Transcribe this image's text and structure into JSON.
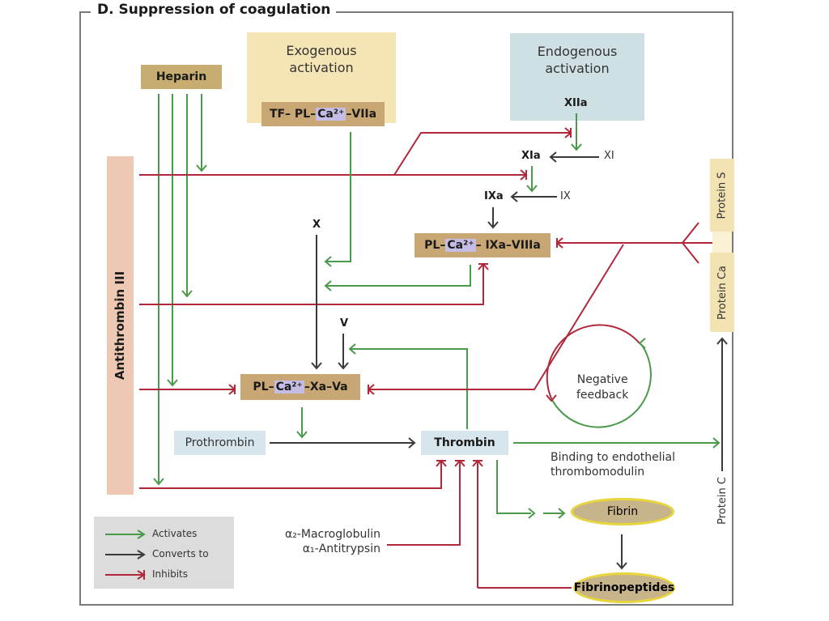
{
  "title": "D.  Suppression of coagulation",
  "nodes": {
    "heparin": "Heparin",
    "exogenous_title": [
      "Exogenous",
      "activation"
    ],
    "exogenous_complex": {
      "part1": "TF– PL–",
      "ca": "Ca²⁺",
      "part2": "–VIIa"
    },
    "endogenous_title": [
      "Endogenous",
      "activation"
    ],
    "xiia": "XIIa",
    "xia": "XIa",
    "xi": "XI",
    "ixa": "IXa",
    "ix": "IX",
    "x": "X",
    "v": "V",
    "tenase_complex": {
      "part1": "PL–",
      "ca": "Ca²⁺",
      "part2": "– IXa–VIIIa"
    },
    "prothrombinase_complex": {
      "part1": "PL–",
      "ca": "Ca²⁺",
      "part2": "–Xa–Va"
    },
    "antithrombin": "Antithrombin III",
    "prothrombin": "Prothrombin",
    "thrombin": "Thrombin",
    "protein_s": "Protein S",
    "protein_ca": "Protein Ca",
    "protein_c": "Protein C",
    "negative_feedback": [
      "Negative",
      "feedback"
    ],
    "binding_label": [
      "Binding to endothelial",
      "thrombomodulin"
    ],
    "macroglobulin": "α₂-Macroglobulin",
    "antitrypsin": "α₁-Antitrypsin",
    "fibrin": "Fibrin",
    "fibrinopeptides": "Fibrinopeptides"
  },
  "legend": [
    {
      "label": "Activates",
      "type": "activates",
      "color": "#4a9a4a"
    },
    {
      "label": "Converts to",
      "type": "converts",
      "color": "#3a3a3a"
    },
    {
      "label": "Inhibits",
      "type": "inhibits",
      "color": "#b0283a"
    }
  ],
  "colors": {
    "activates": "#4a9a4a",
    "converts": "#3a3a3a",
    "inhibits": "#b0283a",
    "frame": "#7a7a7a"
  }
}
